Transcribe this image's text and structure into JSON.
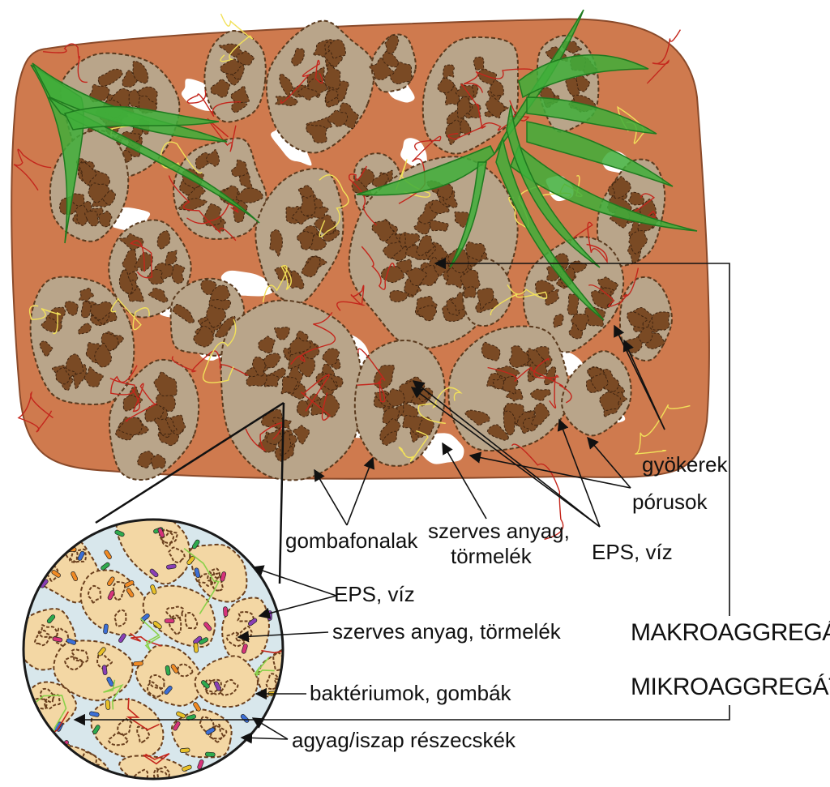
{
  "labels": {
    "roots": "gyökerek",
    "pores": "pórusok",
    "eps_water_macro": "EPS, víz",
    "organic_matter_macro_line1": "szerves anyag,",
    "organic_matter_macro_line2": "törmelék",
    "fungal_hyphae": "gombafonalak",
    "eps_water_micro": "EPS, víz",
    "organic_matter_micro": "szerves anyag, törmelék",
    "bacteria_fungi": "baktériumok, gombák",
    "clay_silt": "agyag/iszap részecskék",
    "macroaggregate": "MAKROAGGREGÁTUM",
    "microaggregate": "MIKROAGGREGÁTUM"
  },
  "colors": {
    "soil_matrix": "#cf7a4e",
    "aggregate_fill": "#b9a58a",
    "aggregate_spots": "#7a4a24",
    "pore_fill": "#ffffff",
    "root_green": "#3fae3a",
    "micro_grain_fill": "#f3d7a4",
    "micro_background": "#d8e7ec"
  }
}
